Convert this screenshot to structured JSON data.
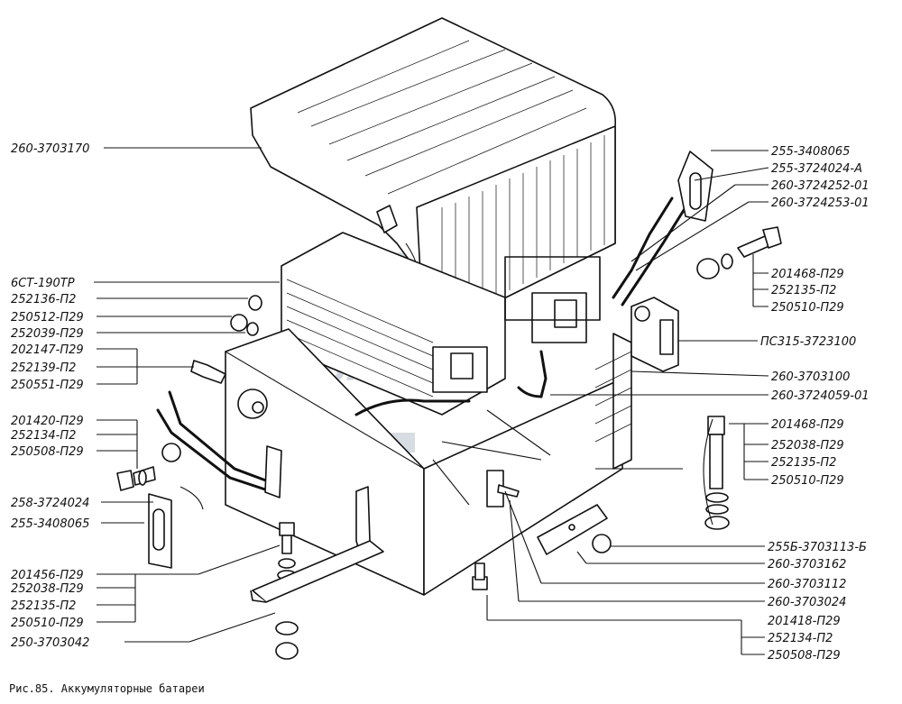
{
  "figure": {
    "caption": "Рис.85. Аккумуляторные батареи"
  },
  "watermark": {
    "text": "SAN"
  },
  "labels_left": [
    "260-3703170",
    "6СТ-190ТР",
    "252136-П2",
    "250512-П29",
    "252039-П29",
    "202147-П29",
    "252139-П2",
    "250551-П29",
    "201420-П29",
    "252134-П2",
    "250508-П29",
    "258-3724024",
    "255-3408065",
    "201456-П29",
    "252038-П29",
    "252135-П2",
    "250510-П29",
    "250-3703042"
  ],
  "labels_right": [
    "255-3408065",
    "255-3724024-А",
    "260-3724252-01",
    "260-3724253-01",
    "201468-П29",
    "252135-П2",
    "250510-П29",
    "ПС315-3723100",
    "260-3703100",
    "260-3724059-01",
    "201468-П29",
    "252038-П29",
    "252135-П2",
    "250510-П29",
    "255Б-3703113-Б",
    "260-3703162",
    "260-3703112",
    "260-3703024",
    "201418-П29",
    "252134-П2",
    "250508-П29"
  ]
}
